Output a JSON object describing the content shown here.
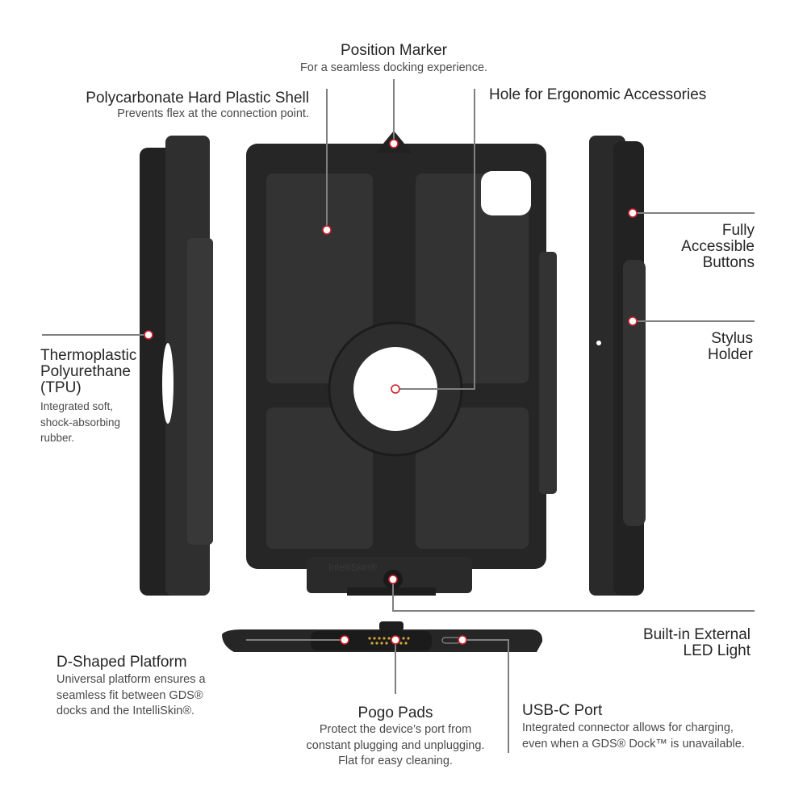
{
  "features": {
    "position_marker": {
      "title": "Position Marker",
      "desc": "For a seamless docking experience."
    },
    "polycarbonate": {
      "title": "Polycarbonate Hard Plastic Shell",
      "desc": "Prevents flex at the connection point."
    },
    "hole": {
      "title": "Hole for Ergonomic Accessories"
    },
    "buttons": {
      "title_lines": [
        "Fully",
        "Accessible",
        "Buttons"
      ]
    },
    "stylus": {
      "title_lines": [
        "Stylus",
        "Holder"
      ]
    },
    "tpu": {
      "title_lines": [
        "Thermoplastic",
        "Polyurethane",
        "(TPU)"
      ],
      "desc_lines": [
        "Integrated soft,",
        "shock-absorbing",
        "rubber."
      ]
    },
    "led": {
      "title_lines": [
        "Built-in External",
        "LED Light"
      ]
    },
    "d_platform": {
      "title": "D-Shaped Platform",
      "desc_lines": [
        "Universal platform ensures a",
        "seamless fit between GDS®",
        "docks and the IntelliSkin®."
      ]
    },
    "pogo": {
      "title": "Pogo Pads",
      "desc_lines": [
        "Protect the device’s port from",
        "constant plugging and unplugging.",
        "Flat for easy cleaning."
      ]
    },
    "usbc": {
      "title": "USB-C Port",
      "desc_lines": [
        "Integrated connector allows for charging,",
        "even when a GDS® Dock™ is unavailable."
      ]
    }
  },
  "product_label": "IntelliSkin®",
  "colors": {
    "marker": "#d0202a",
    "line": "#808080",
    "case": "#2b2b2b"
  }
}
